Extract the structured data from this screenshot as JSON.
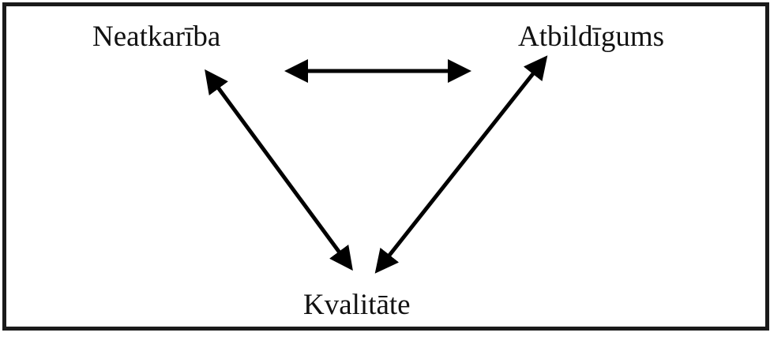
{
  "diagram": {
    "nodes": {
      "top_left": "Neatkarība",
      "top_right": "Atbildīgums",
      "bottom": "Kvalitāte"
    },
    "edges": [
      {
        "from": "Neatkarība",
        "to": "Atbildīgums",
        "style": "double-headed"
      },
      {
        "from": "Neatkarība",
        "to": "Kvalitāte",
        "style": "double-headed"
      },
      {
        "from": "Atbildīgums",
        "to": "Kvalitāte",
        "style": "double-headed"
      }
    ],
    "colors": {
      "border": "#1a1a1a",
      "arrow": "#000000",
      "text": "#111111"
    }
  }
}
